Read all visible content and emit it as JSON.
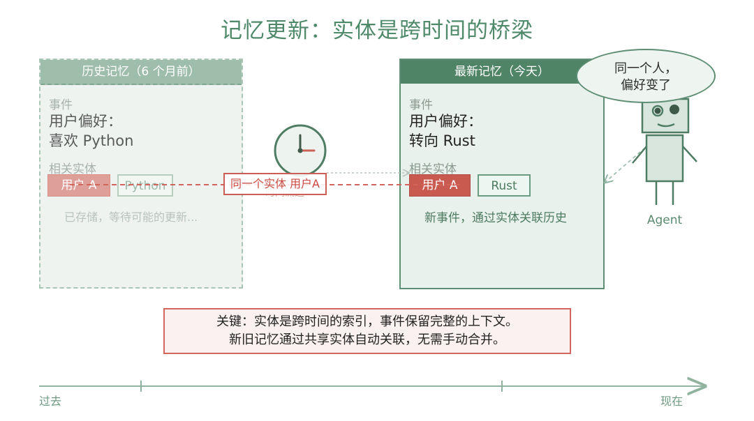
{
  "title": "记忆更新：实体是跨时间的桥梁",
  "old_panel": {
    "header": "历史记忆（6 个月前）",
    "event_label": "事件",
    "event_line1": "用户偏好：",
    "event_line2": "喜欢 Python",
    "entities_label": "相关实体",
    "entity_user": "用户 A",
    "entity_topic": "Python",
    "status": "已存储，等待可能的更新..."
  },
  "new_panel": {
    "header": "最新记忆（今天）",
    "event_label": "事件",
    "event_line1": "用户偏好：",
    "event_line2": "转向 Rust",
    "entities_label": "相关实体",
    "entity_user": "用户 A",
    "entity_topic": "Rust",
    "status": "新事件，通过实体关联历史"
  },
  "link_label": "同一个实体  用户A",
  "link_label_behind": "时间流逝",
  "agent": {
    "bubble_line1": "同一个人，",
    "bubble_line2": "偏好变了",
    "label": "Agent"
  },
  "key_note": {
    "line1": "关键：实体是跨时间的索引，事件保留完整的上下文。",
    "line2": "新旧记忆通过共享实体自动关联，无需手动合并。"
  },
  "timeline": {
    "past": "过去",
    "now": "现在"
  },
  "colors": {
    "green_dark": "#4f8566",
    "green_light": "#9ebdab",
    "red": "#c85a50",
    "title": "#4e8a6a"
  }
}
